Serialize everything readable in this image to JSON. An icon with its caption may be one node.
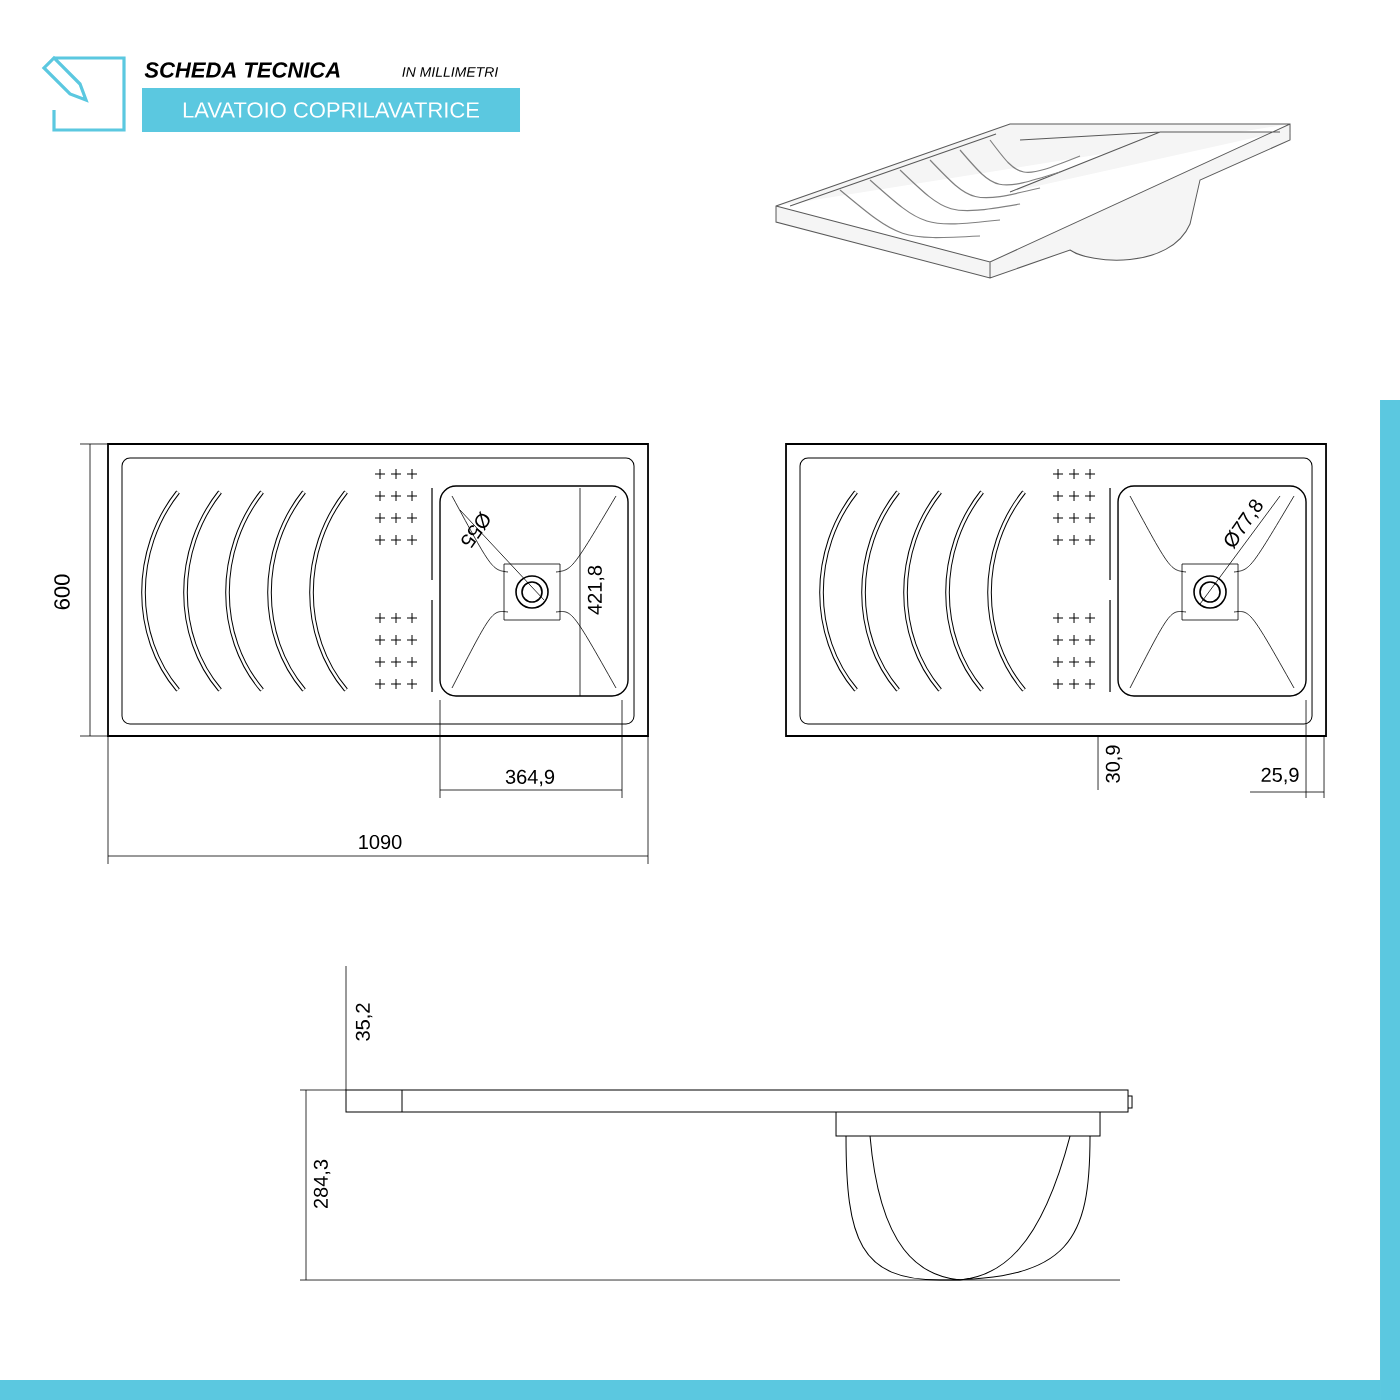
{
  "diagram": {
    "title": "SCHEDA TECNICA",
    "nodes": [
      {
        "text": [
          "LAVATOIO COPRILAVATRICE"
        ]
      }
    ],
    "labels": [
      "IN MILLIMETRI",
      "600",
      "Ø55",
      "421,8",
      "364,9",
      "1090",
      "Ø77,8",
      "30,9",
      "25,9",
      "35,2",
      "284,3"
    ]
  }
}
